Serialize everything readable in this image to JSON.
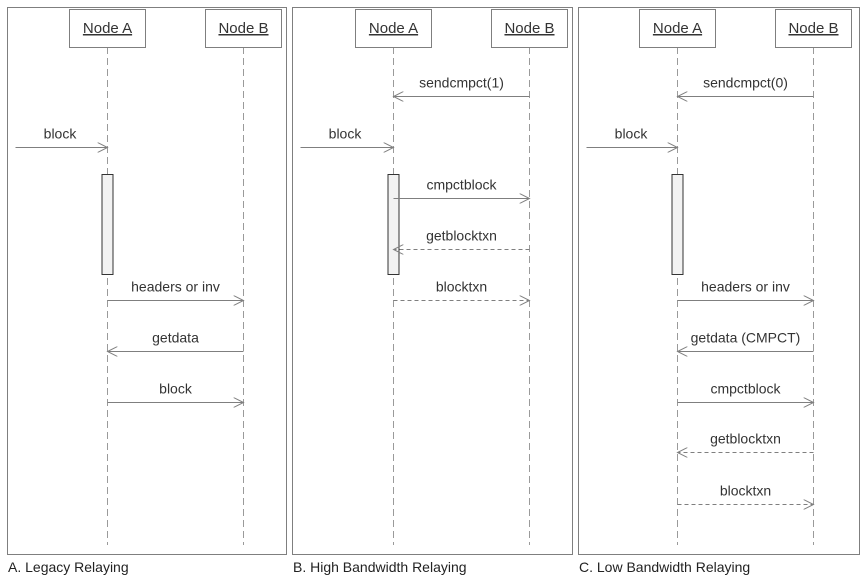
{
  "panels": [
    {
      "caption": "A. Legacy Relaying",
      "node_a": "Node A",
      "node_b": "Node B",
      "activation": true,
      "messages": [
        {
          "label": "block",
          "from": "outside",
          "to": "A",
          "style": "solid"
        },
        {
          "label": "headers or inv",
          "from": "A",
          "to": "B",
          "style": "solid"
        },
        {
          "label": "getdata",
          "from": "B",
          "to": "A",
          "style": "solid"
        },
        {
          "label": "block",
          "from": "A",
          "to": "B",
          "style": "solid"
        }
      ]
    },
    {
      "caption": "B. High Bandwidth Relaying",
      "node_a": "Node A",
      "node_b": "Node B",
      "activation": true,
      "messages": [
        {
          "label": "sendcmpct(1)",
          "from": "B",
          "to": "A",
          "style": "solid"
        },
        {
          "label": "block",
          "from": "outside",
          "to": "A",
          "style": "solid"
        },
        {
          "label": "cmpctblock",
          "from": "A",
          "to": "B",
          "style": "solid"
        },
        {
          "label": "getblocktxn",
          "from": "B",
          "to": "A",
          "style": "dashed"
        },
        {
          "label": "blocktxn",
          "from": "A",
          "to": "B",
          "style": "dashed"
        }
      ]
    },
    {
      "caption": "C. Low Bandwidth Relaying",
      "node_a": "Node A",
      "node_b": "Node B",
      "activation": true,
      "messages": [
        {
          "label": "sendcmpct(0)",
          "from": "B",
          "to": "A",
          "style": "solid"
        },
        {
          "label": "block",
          "from": "outside",
          "to": "A",
          "style": "solid"
        },
        {
          "label": "headers or inv",
          "from": "A",
          "to": "B",
          "style": "solid"
        },
        {
          "label": "getdata (CMPCT)",
          "from": "B",
          "to": "A",
          "style": "solid"
        },
        {
          "label": "cmpctblock",
          "from": "A",
          "to": "B",
          "style": "solid"
        },
        {
          "label": "getblocktxn",
          "from": "B",
          "to": "A",
          "style": "dashed"
        },
        {
          "label": "blocktxn",
          "from": "A",
          "to": "B",
          "style": "dashed"
        }
      ]
    }
  ]
}
